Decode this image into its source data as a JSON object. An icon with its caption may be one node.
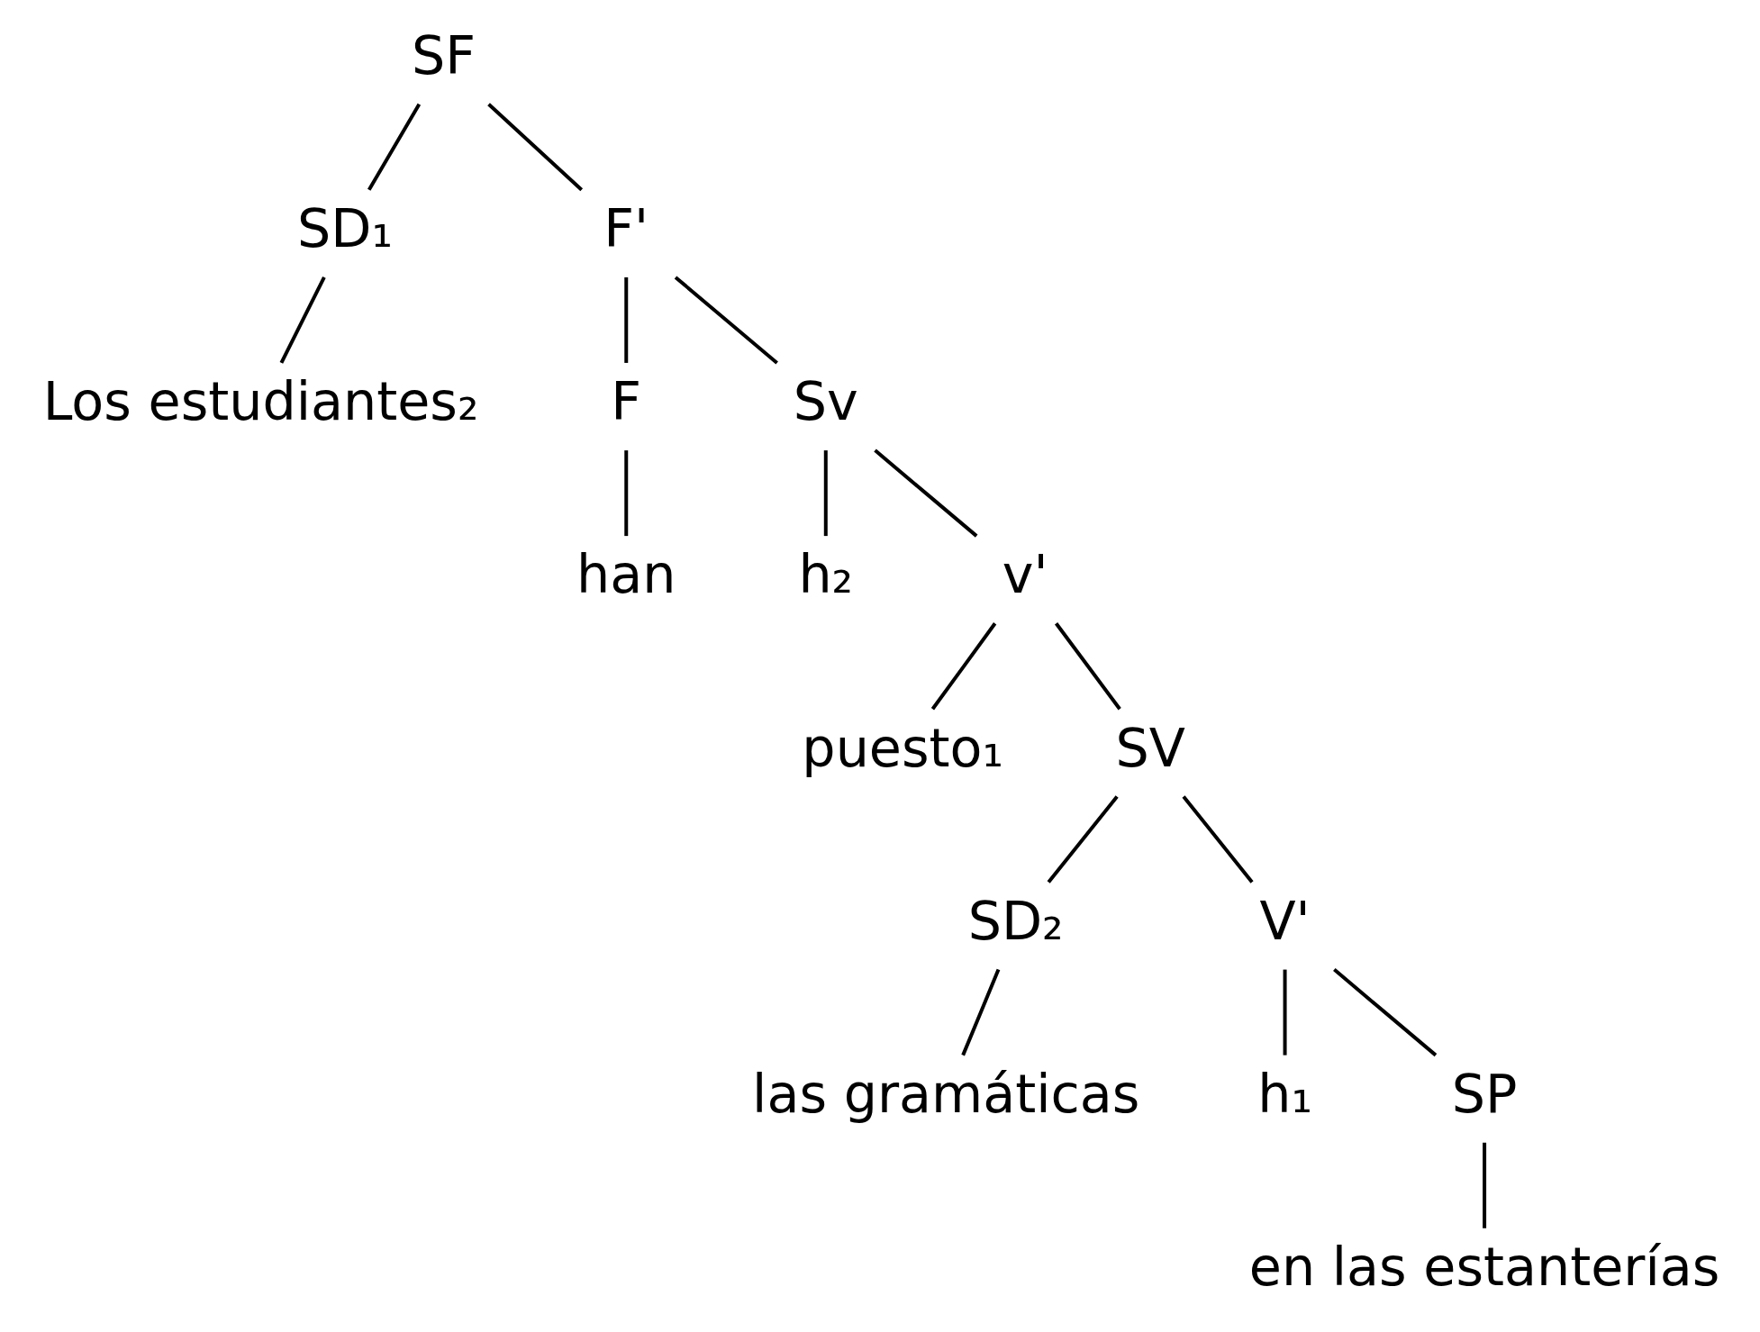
{
  "diagram": {
    "nodes": [
      {
        "text": [
          "SF"
        ]
      },
      {
        "text": [
          "SD₁"
        ]
      },
      {
        "text": [
          "F'"
        ]
      },
      {
        "text": [
          "Los estudiantes₂"
        ]
      },
      {
        "text": [
          "F"
        ]
      },
      {
        "text": [
          "Sv"
        ]
      },
      {
        "text": [
          "han"
        ]
      },
      {
        "text": [
          "h₂"
        ]
      },
      {
        "text": [
          "v'"
        ]
      },
      {
        "text": [
          "puesto₁"
        ]
      },
      {
        "text": [
          "SV"
        ]
      },
      {
        "text": [
          "SD₂"
        ]
      },
      {
        "text": [
          "V'"
        ]
      },
      {
        "text": [
          "las gramáticas"
        ]
      },
      {
        "text": [
          "h₁"
        ]
      },
      {
        "text": [
          "SP"
        ]
      },
      {
        "text": [
          "en las estanterías"
        ]
      }
    ],
    "edges": [
      {
        "from": 0,
        "to": 1,
        "arrow": "none"
      },
      {
        "from": 0,
        "to": 2,
        "arrow": "none"
      },
      {
        "from": 1,
        "to": 3,
        "arrow": "none"
      },
      {
        "from": 2,
        "to": 4,
        "arrow": "none"
      },
      {
        "from": 2,
        "to": 5,
        "arrow": "none"
      },
      {
        "from": 4,
        "to": 6,
        "arrow": "none"
      },
      {
        "from": 5,
        "to": 7,
        "arrow": "none"
      },
      {
        "from": 5,
        "to": 8,
        "arrow": "none"
      },
      {
        "from": 8,
        "to": 9,
        "arrow": "none"
      },
      {
        "from": 8,
        "to": 10,
        "arrow": "none"
      },
      {
        "from": 10,
        "to": 11,
        "arrow": "none"
      },
      {
        "from": 10,
        "to": 12,
        "arrow": "none"
      },
      {
        "from": 11,
        "to": 13,
        "arrow": "none"
      },
      {
        "from": 12,
        "to": 14,
        "arrow": "none"
      },
      {
        "from": 12,
        "to": 15,
        "arrow": "none"
      },
      {
        "from": 15,
        "to": 16,
        "arrow": "none"
      }
    ]
  }
}
